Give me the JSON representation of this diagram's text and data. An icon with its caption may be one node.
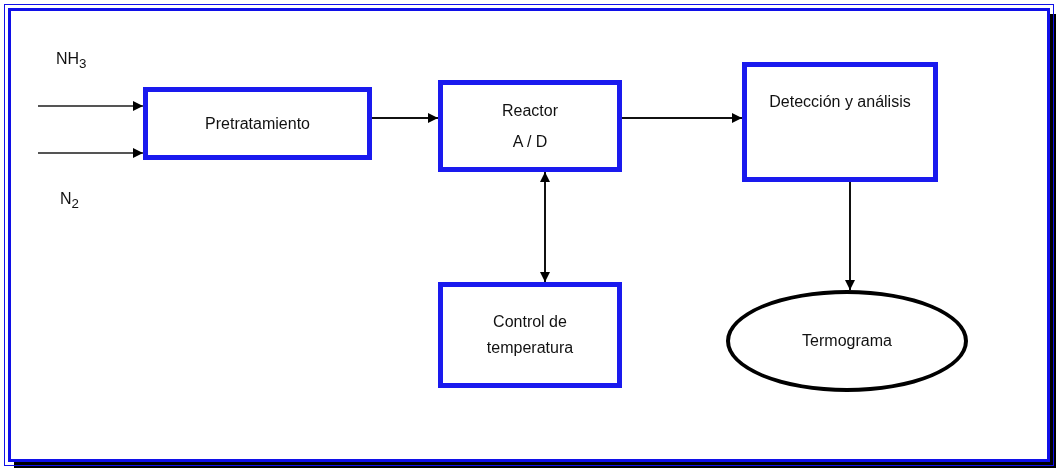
{
  "diagram": {
    "nodes": [
      {
        "text": [
          "Pretratamiento"
        ]
      },
      {
        "text": [
          "Reactor",
          "A / D"
        ]
      },
      {
        "text": [
          "Detección y análisis"
        ]
      },
      {
        "text": [
          "Control de temperatura"
        ]
      },
      {
        "text": [
          "Termograma"
        ]
      }
    ],
    "edges": [
      {
        "from": null,
        "to": 0,
        "arrow": "to"
      },
      {
        "from": null,
        "to": 0,
        "arrow": "to"
      },
      {
        "from": 0,
        "to": 1,
        "arrow": "to"
      },
      {
        "from": 1,
        "to": 2,
        "arrow": "to"
      },
      {
        "from": 1,
        "to": 3,
        "arrow": "both"
      },
      {
        "from": 2,
        "to": 4,
        "arrow": "to"
      }
    ],
    "labels": [
      "NH$_{3}$",
      "N$_{2}$"
    ]
  }
}
